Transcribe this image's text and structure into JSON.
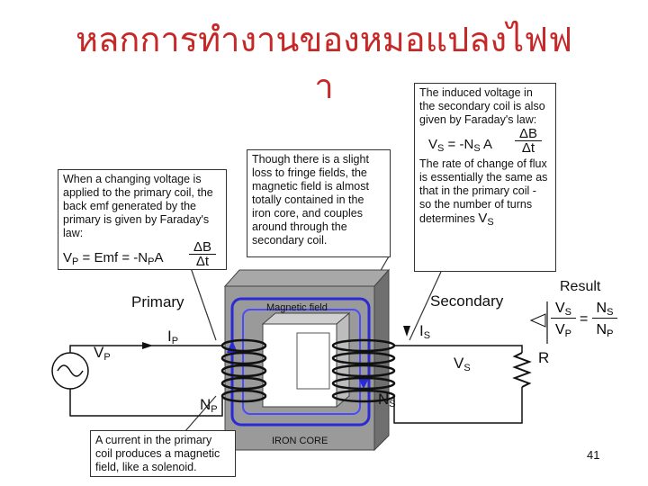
{
  "title": {
    "line1": "หลกการทำงานของหมอแปลงไฟฟ",
    "line2": "า"
  },
  "callouts": {
    "primary_text": "When a changing voltage is applied to the primary coil, the back emf generated by the primary is given by Faraday's law:",
    "fringe_text": "Though there is a slight loss to fringe fields, the magnetic field is almost totally contained in the iron core, and couples around through the secondary coil.",
    "secondary_text": "The induced voltage in the secondary coil is also given by Faraday's law:",
    "flux_text": "The rate of change of flux is essentially the same as that in the primary coil - so the number of turns determines",
    "current_text": "A current in the primary coil produces a magnetic field, like a solenoid."
  },
  "labels": {
    "primary": "Primary",
    "secondary": "Secondary",
    "result": "Result",
    "magnetic_field": "Magnetic field",
    "iron_core": "IRON CORE",
    "R": "R",
    "emf": "Emf",
    "V": "V",
    "I": "I",
    "N": "N",
    "A": "A",
    "P": "P",
    "S": "S",
    "delta_B": "ΔB",
    "delta_t": "Δt",
    "equals": "=",
    "minus": "-"
  },
  "page_number": "41",
  "colors": {
    "title": "#c62828",
    "field": "#2b2bd6",
    "core": "#8a8a8a"
  }
}
